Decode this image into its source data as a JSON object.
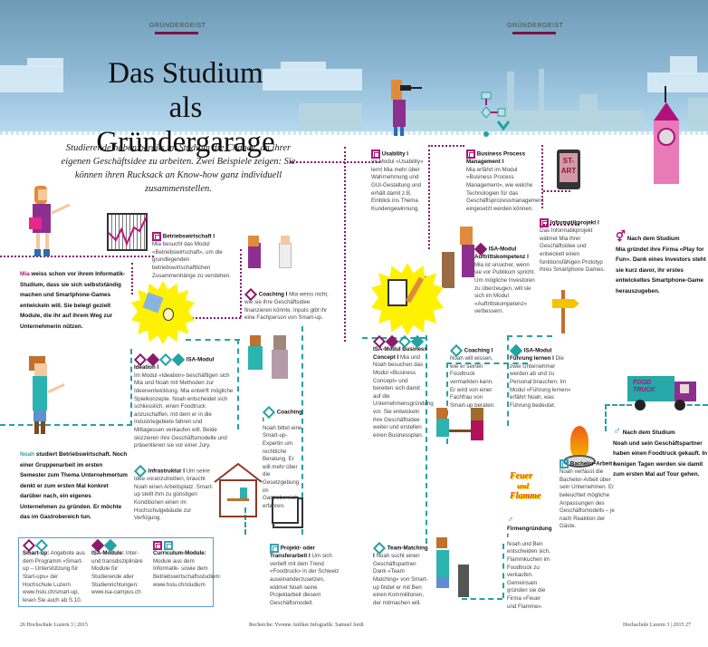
{
  "header": {
    "kicker_left": "GRÜNDERGEIST",
    "kicker_right": "GRÜNDERGEIST",
    "title_line1": "Das Studium",
    "title_line2": "als Gründergarage",
    "lead": "Studierende haben bereits im Studium die Chance, an ihrer eigenen Geschäftsidee zu arbeiten. Zwei Beispiele zeigen: Sie können ihren Rucksack an Know-how ganz individuell zusammenstellen."
  },
  "colors": {
    "mia_path": "#8a1a6b",
    "noah_path": "#25a2a3",
    "kicker_bar": "#7a1545",
    "legend_border": "#5a9bd0",
    "sun": "#fff200"
  },
  "intro": {
    "mia_name": "Mia",
    "mia_text": " weiss schon vor ihrem Informatik-Studium, dass sie sich selbstständig machen und Smartphone-Games entwickeln will. Sie belegt gezielt Module, die ihr auf ihrem Weg zur Unternehmerin nützen.",
    "noah_name": "Noah",
    "noah_text": " studiert Betriebswirtschaft. Noch einer Gruppenarbeit im ersten Semester zum Thema Unternehmertum denkt er zum ersten Mal konkret darüber nach, ein eigenes Unternehmen zu gründen. Er möchte das im Gastrobereich tun."
  },
  "steps": [
    {
      "id": "betriebswirtschaft",
      "title": "Betriebswirtschaft I",
      "text": "Mia besucht das Modul «Betriebswirtschaft», um die grundlegenden betriebswirtschaftlichen Zusammenhänge zu verstehen."
    },
    {
      "id": "coaching-mia",
      "title": "Coaching I",
      "text": "Mia weiss nicht, wie sie ihre Geschäftsidee finanzieren könnte. Inputs gibt ihr eine Fachperson von Smart-up."
    },
    {
      "id": "isa-ideation",
      "title": "ISA-Modul Ideation I",
      "text": "Im Modul «Ideation» beschäftigen sich Mia und Noah mit Methoden zur Ideenentwicklung. Mia entwirft mögliche Spielkonzepte. Noah entscheidet sich schliesslich, einen Foodtruck anzuschaffen, mit dem er in die Industriegebiete fahren und Mittagessen verkaufen will. Beide skizzieren ihre Geschäftsmodelle und präsentieren sie vor einer Jury."
    },
    {
      "id": "coaching-noah-legal",
      "title": "Coaching I",
      "text": "Noah bittet eine Smart-up-Expertin um rechtliche Beratung. Er will mehr über die Gesetzgebung im Gastrobereich erfahren."
    },
    {
      "id": "infrastruktur",
      "title": "Infrastruktur I",
      "text": "Um seine Idee voranzutreiben, braucht Noah einen Arbeitsplatz. Smart-up stellt ihm zu günstigen Konditionen einen im Hochschulgebäude zur Verfügung."
    },
    {
      "id": "usability",
      "title": "Usability I",
      "text": "Im Modul «Usability» lernt Mia mehr über Wahrnehmung und GUI-Gestaltung und erhält damit z.B. Einblick ins Thema Kundengewinnung."
    },
    {
      "id": "bpm",
      "title": "Business Process Management I",
      "text": "Mia erfährt im Modul «Business Process Management», wie welche Technologien für das Geschäftsprozessmanagement eingesetzt werden können."
    },
    {
      "id": "informatikprojekt",
      "title": "Informatikprojekt I",
      "text": "Das Informatikprojekt widmet Mia ihrer Geschäftsidee und entwickelt einen funktionsfähigen Prototyp ihres Smartphone Games."
    },
    {
      "id": "auftrittskompetenz",
      "title": "ISA-Modul Auftrittskompetenz I",
      "text": "Mia ist unsicher, wenn sie vor Publikum spricht. Um mögliche Investoren zu überzeugen, will sie sich im Modul «Auftrittskompetenz» verbessern."
    },
    {
      "id": "business-concept",
      "title": "ISA-Modul Business Concept I",
      "text": "Mia und Noah besuchen das Modul «Business Concept» und bereiten sich damit auf die Unternehmensgründung vor. Sie entwickeln ihre Geschäftsidee weiter und erstellen einen Businessplan."
    },
    {
      "id": "coaching-noah-foodtruck",
      "title": "Coaching I",
      "text": "Noah will wissen, wie er seinen Foodtruck vermarkten kann. Er wird von einer Fachfrau von Smart-up beraten."
    },
    {
      "id": "fuehrung",
      "title": "ISA-Modul Führung lernen I",
      "text": "Die zwei Unternehmer werden ab und zu Personal brauchen. Im Modul «Führung lernen» erfährt Noah, was Führung bedeutet."
    },
    {
      "id": "projekt-transfer",
      "title": "Projekt- oder Transferarbeit I",
      "text": "Um sich vertieft mit dem Trend «Foodtruck» in der Schweiz auseinanderzusetzen, widmet Noah seine Projektarbeit diesem Geschäftsmodell."
    },
    {
      "id": "team-matching",
      "title": "Team-Matching I",
      "text": "Noah sucht einen Geschäftspartner. Dank «Team Matching» von Smart-up findet er mit Ben einen Kommilitonen, der mitmachen will."
    },
    {
      "id": "bachelor",
      "title": "Bachelor-Arbeit I",
      "text": "Noah verfasst die Bachelor-Arbeit über sein Unternehmen. Er beleuchtet mögliche Anpassungen des Geschäftsmodells – je nach Reaktion der Gäste."
    },
    {
      "id": "firmengruendung",
      "title": "Firmengründung I",
      "text": "Noah und Ben entscheiden sich, Flammkuchen im Foodtruck zu verkaufen. Gemeinsam gründen sie die Firma «Feuer und Flamme»."
    }
  ],
  "outcomes": {
    "mia_title": "Nach dem Studium",
    "mia_text": "Mia gründet ihre Firma «Play for Fun». Dank eines Investors steht sie kurz davor, ihr erstes entwickeltes Smartphone-Game herauszugeben.",
    "noah_title": "Nach dem Studium",
    "noah_text": "Noah und sein Geschäftspartner haben einen Foodtruck gekauft. In wenigen Tagen werden sie damit zum ersten Mal auf Tour gehen."
  },
  "illustrations": {
    "smartphone_label_1": "ST-",
    "smartphone_label_2": "ART",
    "truck_label_1": "FOOD",
    "truck_label_2": "TRUCK",
    "firma_logo_1": "Feuer",
    "firma_logo_2": "und",
    "firma_logo_3": "Flamme"
  },
  "legend": {
    "smartup_title": "Smart-up:",
    "smartup_text": " Angebote aus dem Programm «Smart-up – Unterstützung für Start-ups» der Hochschule Luzern www.hslu.ch/smart-up, lesen Sie auch ab S.10.",
    "isa_title": "ISA-Module:",
    "isa_text": " Inter- und transdisziplinäre Module für Studierende aller Studienrichtungen: www.isa-campus.ch",
    "curriculum_title": "Curriculum-Module:",
    "curriculum_text": " Module aus dem Informatik- sowie dem Betriebswirtschaftsstudium: www.hslu.ch/studium"
  },
  "footer": {
    "left": "26  Hochschule Luzern  3 | 2015",
    "credits": "Recherche: Yvonne Anliker  Infografik: Samuel Jordi",
    "right": "Hochschule Luzern  3 | 2015  27"
  }
}
